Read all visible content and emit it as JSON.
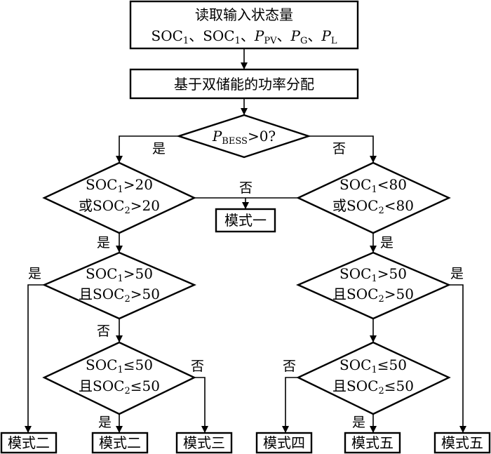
{
  "nodes": {
    "read": {
      "line1": "读取输入状态量",
      "soc": "SOC",
      "sub1": "1",
      "sep": "、",
      "pv_p": "P",
      "pv_sub": "PV",
      "g_p": "P",
      "g_sub": "G",
      "l_p": "P",
      "l_sub": "L"
    },
    "alloc": {
      "text": "基于双储能的功率分配"
    },
    "d_pbess": {
      "p": "P",
      "sub": "BESS",
      "rest": ">0?"
    },
    "d_left": {
      "soc": "SOC",
      "sub1": "1",
      "sub2": "2",
      "op1": ">20",
      "pre2": "或SOC",
      "op2": ">20"
    },
    "d_right": {
      "soc": "SOC",
      "sub1": "1",
      "sub2": "2",
      "op1": "<80",
      "pre2": "或SOC",
      "op2": "<80"
    },
    "mode1": {
      "text": "模式一"
    },
    "d_left50": {
      "soc": "SOC",
      "sub1": "1",
      "sub2": "2",
      "op1": ">50",
      "pre2": "且SOC",
      "op2": ">50"
    },
    "d_right50": {
      "soc": "SOC",
      "sub1": "1",
      "sub2": "2",
      "op1": ">50",
      "pre2": "且SOC",
      "op2": ">50"
    },
    "d_leftle": {
      "soc": "SOC",
      "sub1": "1",
      "sub2": "2",
      "op1": "≤50",
      "pre2": "且SOC",
      "op2": "≤50"
    },
    "d_rightle": {
      "soc": "SOC",
      "sub1": "1",
      "sub2": "2",
      "op1": "≤50",
      "pre2": "且SOC",
      "op2": "≤50"
    },
    "m_a": {
      "text": "模式二"
    },
    "m_b": {
      "text": "模式二"
    },
    "m_c": {
      "text": "模式三"
    },
    "m_d": {
      "text": "模式四"
    },
    "m_e": {
      "text": "模式五"
    },
    "m_f": {
      "text": "模式五"
    }
  },
  "labels": {
    "yes": "是",
    "no": "否"
  }
}
